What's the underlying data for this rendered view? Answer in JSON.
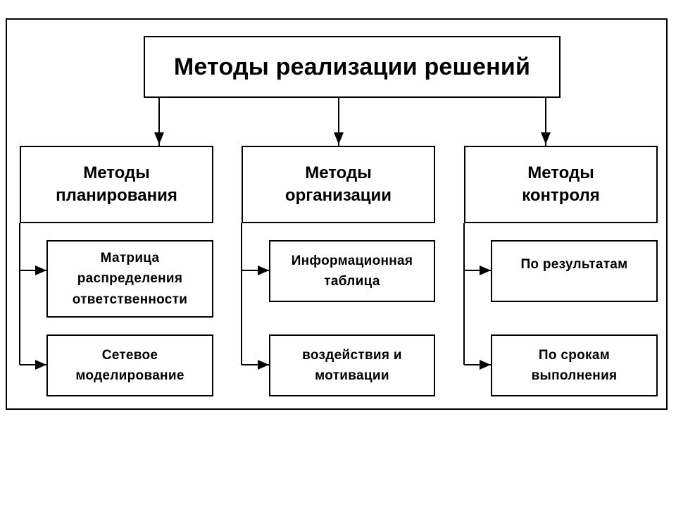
{
  "diagram": {
    "title": "Методы реализации решений",
    "columns": [
      {
        "label": "Методы\nпланирования",
        "items": [
          "Матрица\nраспределения\nответственности",
          "Сетевое\nмоделирование"
        ]
      },
      {
        "label": "Методы\nорганизации",
        "items": [
          "Информационная\nтаблица",
          "воздействия и\nмотивации"
        ]
      },
      {
        "label": "Методы\nконтроля",
        "items": [
          "По результатам",
          "По срокам\nвыполнения"
        ]
      }
    ]
  }
}
